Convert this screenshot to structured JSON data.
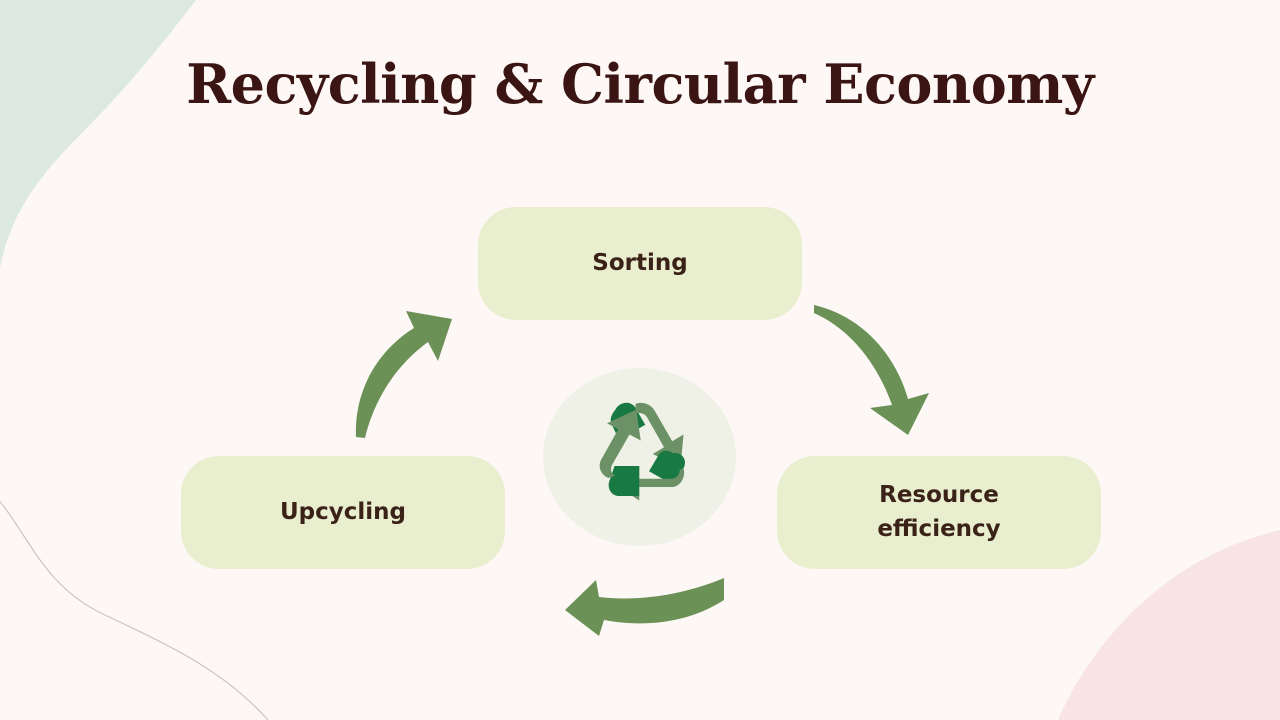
{
  "slide": {
    "title": "Recycling & Circular Economy",
    "background_color": "#fdf8f6"
  },
  "theme": {
    "title_color": "#3b1513",
    "node_fill": "#e8eece",
    "node_text_color": "#3b2218",
    "arrow_color": "#6b9156",
    "recycle_arrow_color": "#6d9167",
    "recycle_corner_color": "#187a42",
    "center_disc_color": "#eff1e7",
    "blob_mint_color": "#dce9e2",
    "blob_pink_color": "#f8e4e2",
    "accent_line_color": "#b9b4ae"
  },
  "diagram": {
    "type": "cycle",
    "center_icon": "recycle-icon",
    "nodes": [
      {
        "id": "sorting",
        "label": "Sorting",
        "position": "top"
      },
      {
        "id": "resource",
        "label": "Resource\nefficiency",
        "line1": "Resource",
        "line2": "efficiency",
        "position": "right"
      },
      {
        "id": "upcycling",
        "label": "Upcycling",
        "position": "left"
      }
    ],
    "connectors": [
      {
        "id": "upcycling-to-sorting",
        "from": "upcycling",
        "to": "sorting",
        "icon": "curved-arrow-up-right-icon"
      },
      {
        "id": "sorting-to-resource",
        "from": "sorting",
        "to": "resource",
        "icon": "curved-arrow-down-right-icon"
      },
      {
        "id": "resource-to-upcycling",
        "from": "resource",
        "to": "upcycling",
        "icon": "curved-arrow-left-icon"
      }
    ]
  },
  "decorations": [
    {
      "id": "mint-blob",
      "name": "top-left-mint-blob",
      "color": "#dce9e2"
    },
    {
      "id": "pink-blob",
      "name": "bottom-right-pink-blob",
      "color": "#f8e4e2"
    },
    {
      "id": "accent-curve",
      "name": "bottom-left-accent-line",
      "color": "#b9b4ae"
    }
  ]
}
